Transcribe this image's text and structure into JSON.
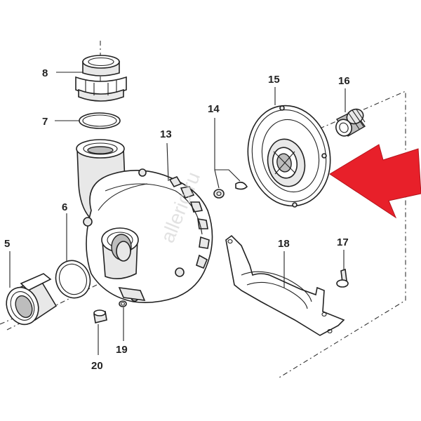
{
  "callouts": {
    "c5": "5",
    "c6": "6",
    "c7": "7",
    "c8": "8",
    "c13": "13",
    "c14": "14",
    "c15": "15",
    "c16": "16",
    "c17": "17",
    "c18": "18",
    "c19": "19",
    "c20": "20"
  },
  "watermark": "alleric.ru",
  "colors": {
    "arrow": "#e8202a",
    "line": "#222222"
  },
  "icons": {
    "arrow": "highlight-arrow-icon"
  }
}
